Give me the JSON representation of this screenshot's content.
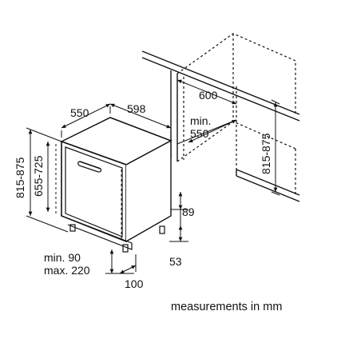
{
  "labels": {
    "width_top": "598",
    "depth_top": "550",
    "niche_width": "600",
    "niche_depth_line1": "min.",
    "niche_depth_line2": "550",
    "height_outer": "815-875",
    "height_inner": "655-725",
    "niche_height": "815-875",
    "plinth_height": "89",
    "foot_offset": "53",
    "plinth_line1": "min. 90",
    "plinth_line2": "max. 220",
    "plinth_depth": "100"
  },
  "caption": "measurements in mm"
}
